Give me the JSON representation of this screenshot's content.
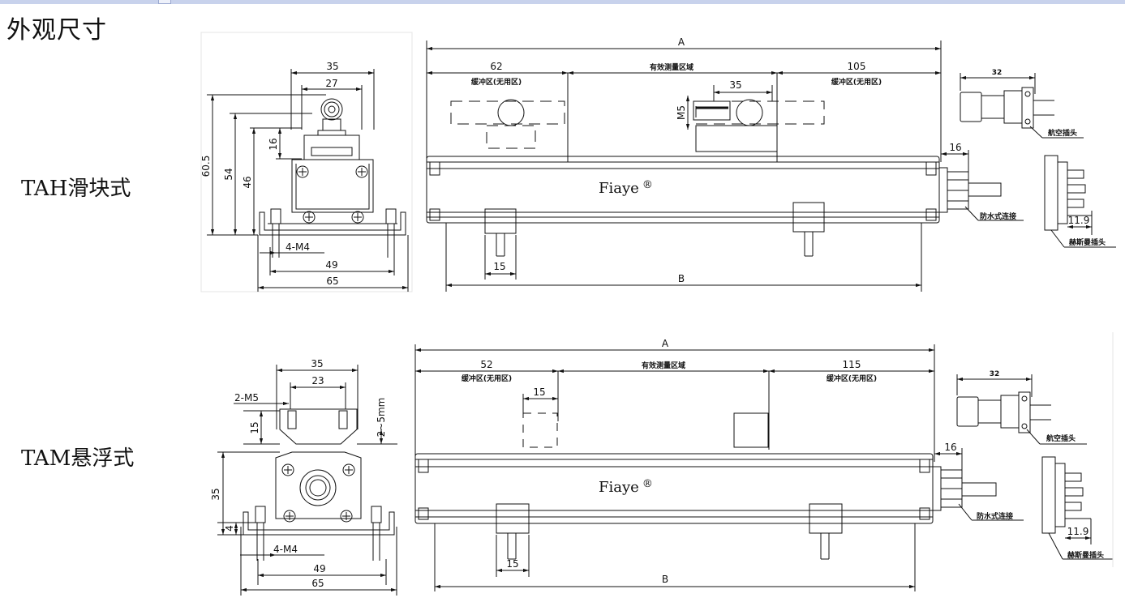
{
  "title": "外观尺寸",
  "brand": "Fiaye",
  "brand_mark": "®",
  "sections": [
    {
      "model": "TAH滑块式",
      "side_view": {
        "w_top": "35",
        "w_inner": "27",
        "h_total": "60.5",
        "h_54": "54",
        "h_46": "46",
        "h_16": "16",
        "thread": "4-M4",
        "w_49": "49",
        "w_65": "65"
      },
      "main_view": {
        "a": "A",
        "b": "B",
        "left_len": "62",
        "left_note": "缓冲区(无用区)",
        "mid_note": "有效测量区域",
        "right_len": "105",
        "right_note": "缓冲区(无用区)",
        "slider_w": "35",
        "m_label": "M5",
        "foot_w": "15",
        "cable_len": "16",
        "waterproof": "防水式连接"
      },
      "plugs": {
        "aviation_len": "32",
        "aviation_label": "航空插头",
        "hirsch_len": "11.9",
        "hirsch_label": "赫斯曼插头"
      }
    },
    {
      "model": "TAM悬浮式",
      "side_view": {
        "w_top": "35",
        "w_inner": "23",
        "thread_top": "2-M5",
        "h_15": "15",
        "gap": "2~5mm",
        "h_35": "35",
        "h_4": "4",
        "thread": "4-M4",
        "w_49": "49",
        "w_65": "65"
      },
      "main_view": {
        "a": "A",
        "b": "B",
        "left_len": "52",
        "left_note": "缓冲区(无用区)",
        "mid_note": "有效测量区域",
        "right_len": "115",
        "right_note": "缓冲区(无用区)",
        "magnet_w": "15",
        "foot_w": "15",
        "cable_len": "16",
        "waterproof": "防水式连接"
      },
      "plugs": {
        "aviation_len": "32",
        "aviation_label": "航空插头",
        "hirsch_len": "11.9",
        "hirsch_label": "赫斯曼插头"
      }
    }
  ]
}
